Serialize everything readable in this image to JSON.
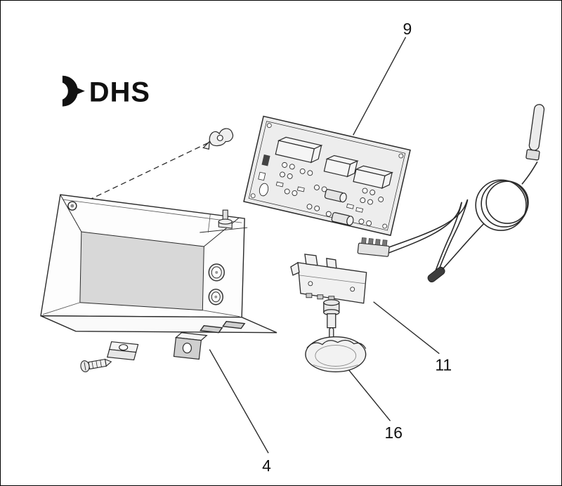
{
  "logo": {
    "text": "DHS"
  },
  "diagram": {
    "type": "exploded-parts-diagram",
    "part_labels": [
      {
        "number": "9",
        "part": "circuit-board"
      },
      {
        "number": "11",
        "part": "thermostat"
      },
      {
        "number": "16",
        "part": "control-knob"
      },
      {
        "number": "4",
        "part": "housing-box"
      }
    ]
  },
  "colors": {
    "line": "#2a2a2a",
    "background": "#ffffff",
    "interior_gray": "#d8d8d8",
    "part_fill": "#f2f2f2"
  }
}
